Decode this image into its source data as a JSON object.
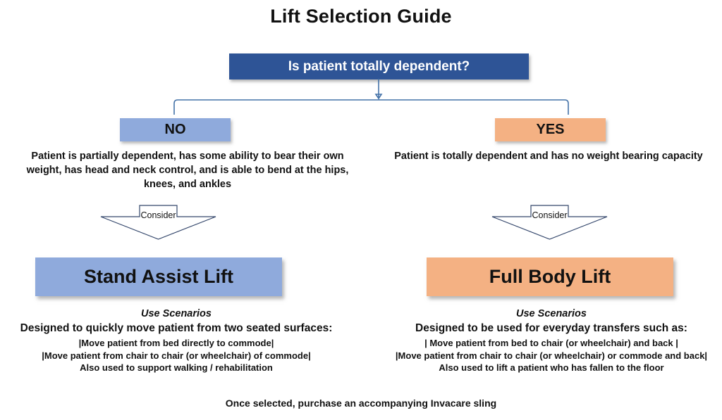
{
  "title": "Lift Selection Guide",
  "root_question": {
    "label": "Is patient totally dependent?",
    "color": "#2E5496"
  },
  "branches": [
    {
      "answer": "NO",
      "color": "#8FAADC",
      "description": "Patient is partially dependent, has some ability to bear their own weight, has head and neck control, and is able to bend at the hips, knees, and ankles",
      "connector_label": "Consider",
      "result": "Stand Assist Lift",
      "scenarios_title": "Use Scenarios",
      "scenarios_lead": "Designed to quickly move patient from two seated surfaces:",
      "scenarios_items": [
        "|Move patient from bed directly to commode|",
        "|Move patient from chair to chair (or wheelchair) of commode|",
        "Also used to support walking / rehabilitation"
      ]
    },
    {
      "answer": "YES",
      "color": "#F4B183",
      "description": "Patient is totally dependent and has no weight bearing capacity",
      "connector_label": "Consider",
      "result": "Full Body Lift",
      "scenarios_title": "Use Scenarios",
      "scenarios_lead": "Designed to be used for everyday transfers such as:",
      "scenarios_items": [
        "| Move patient from bed to chair (or wheelchair) and back |",
        "|Move patient from chair to chair (or wheelchair) or commode and back|",
        "Also used to lift a patient who has fallen to the floor"
      ]
    }
  ],
  "footer_note": "Once selected, purchase an accompanying Invacare sling",
  "connector_line_color": "#4472A8"
}
